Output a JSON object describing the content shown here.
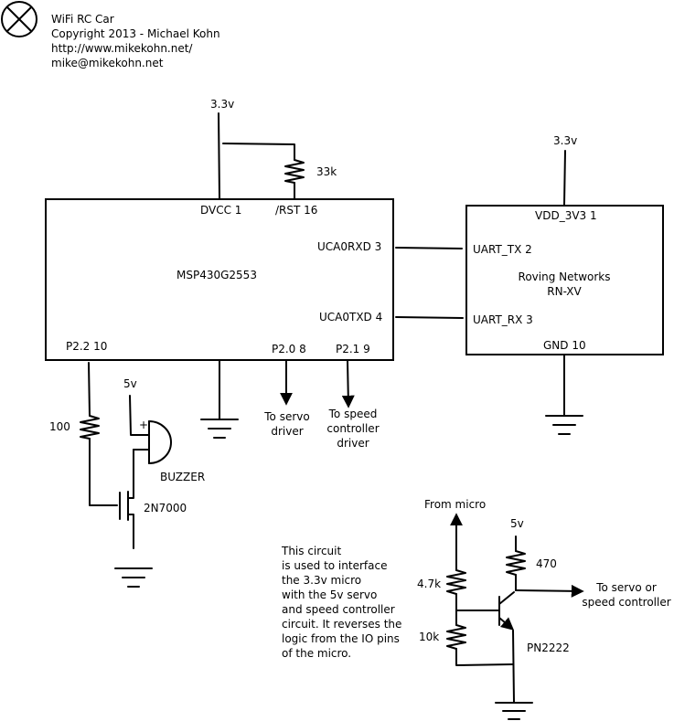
{
  "header": {
    "title": "WiFi RC Car",
    "copyright": "Copyright 2013 - Michael Kohn",
    "url": "http://www.mikekohn.net/",
    "email": "mike@mikekohn.net"
  },
  "mcu": {
    "name": "MSP430G2553",
    "pins": {
      "dvcc": "DVCC 1",
      "rst": "/RST 16",
      "rxd": "UCA0RXD 3",
      "txd": "UCA0TXD 4",
      "p22": "P2.2 10",
      "p20": "P2.0 8",
      "p21": "P2.1 9"
    }
  },
  "wifi": {
    "name_line1": "Roving Networks",
    "name_line2": "RN-XV",
    "pins": {
      "vdd": "VDD_3V3 1",
      "tx": "UART_TX 2",
      "rx": "UART_RX 3",
      "gnd": "GND 10"
    }
  },
  "labels": {
    "supply_33_mcu": "3.3v",
    "supply_33_wifi": "3.3v",
    "pullup_33k": "33k",
    "gate_100": "100",
    "supply_5v_buzzer": "5v",
    "buzzer_plus": "+",
    "buzzer": "BUZZER",
    "mosfet": "2N7000",
    "servo_line1": "To servo",
    "servo_line2": "driver",
    "speed_line1": "To speed",
    "speed_line2": "controller",
    "speed_line3": "driver"
  },
  "interface": {
    "from_micro": "From micro",
    "supply_5v": "5v",
    "r470": "470",
    "r4k7": "4.7k",
    "r10k": "10k",
    "transistor": "PN2222",
    "out_line1": "To servo or",
    "out_line2": "speed controller",
    "note": [
      "This circuit",
      "is used to interface",
      "the 3.3v micro",
      "with the 5v servo",
      "and speed controller",
      "circuit.  It reverses the",
      "logic from the IO pins",
      "of the micro."
    ]
  }
}
